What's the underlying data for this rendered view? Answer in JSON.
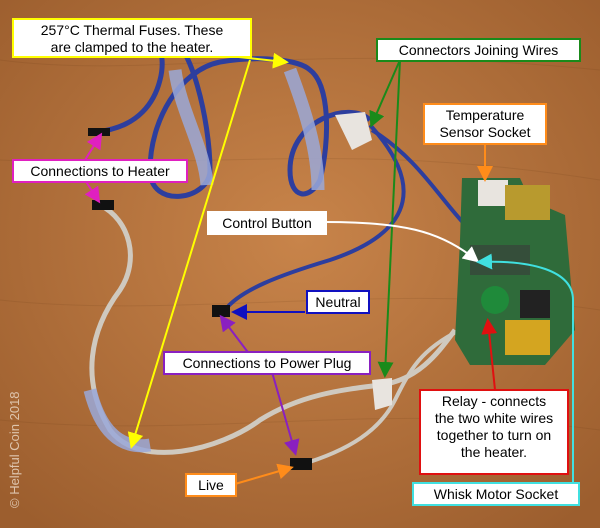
{
  "labels": {
    "thermal_fuses": [
      "257°C Thermal Fuses. These",
      "are clamped to the heater."
    ],
    "connectors_joining": "Connectors Joining Wires",
    "temperature_sensor": [
      "Temperature",
      "Sensor Socket"
    ],
    "connections_heater": "Connections to Heater",
    "control_button": "Control Button",
    "neutral": "Neutral",
    "connections_power": "Connections to Power Plug",
    "relay": [
      "Relay - connects",
      "the two white wires",
      "together to turn on",
      "the heater."
    ],
    "live": "Live",
    "whisk_motor": "Whisk Motor Socket"
  },
  "copyright": "© Helpful Coin 2018",
  "colors": {
    "background": "#b5713a",
    "thermal_fuses": "#ffff00",
    "connectors_joining": "#1a8a1a",
    "temperature_sensor": "#ff8c1a",
    "connections_heater": "#e020c0",
    "control_button": "#ffffff",
    "neutral": "#1010c0",
    "connections_power": "#8a20c0",
    "relay": "#e01010",
    "live": "#ff8c1a",
    "whisk_motor": "#40e0e0"
  }
}
